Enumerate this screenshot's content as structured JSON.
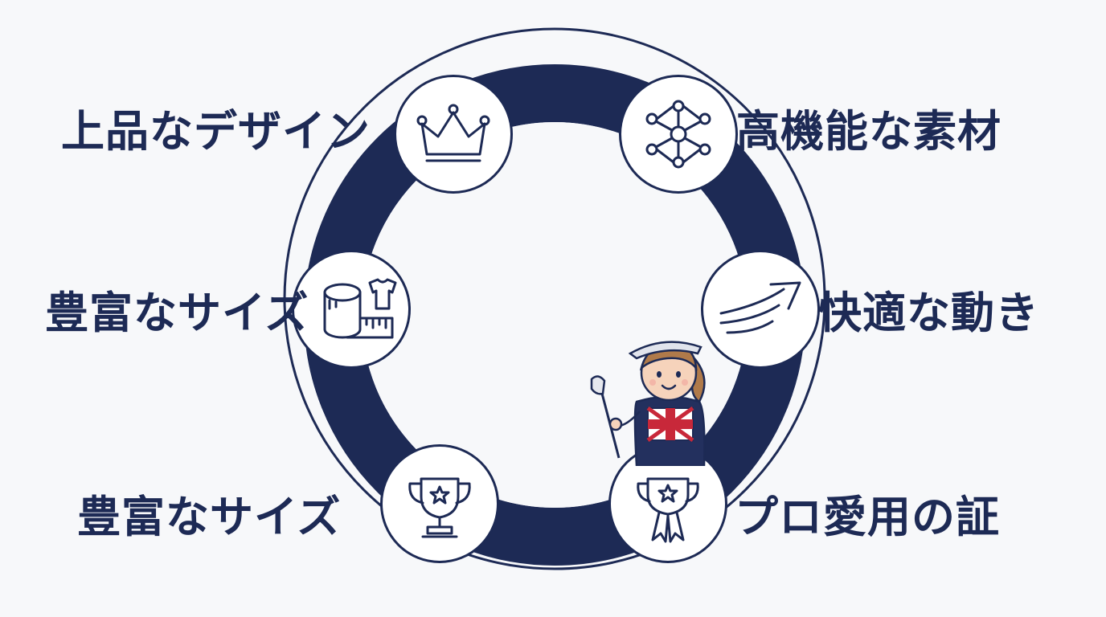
{
  "colors": {
    "navy": "#1d2a55",
    "background": "#f7f8fa",
    "node_fill": "#ffffff"
  },
  "features": [
    {
      "id": "design",
      "label": "上品なデザイン",
      "icon": "crown-icon"
    },
    {
      "id": "material",
      "label": "高機能な素材",
      "icon": "network-nodes-icon"
    },
    {
      "id": "sizes",
      "label": "豊富なサイズ",
      "icon": "tape-measure-shirt-icon"
    },
    {
      "id": "movement",
      "label": "快適な動き",
      "icon": "motion-arrow-icon"
    },
    {
      "id": "sizes-2",
      "label": "豊富なサイズ",
      "icon": "trophy-icon"
    },
    {
      "id": "pro",
      "label": "プロ愛用の証",
      "icon": "award-ribbon-icon"
    }
  ],
  "mascot": {
    "icon": "golfer-girl-icon"
  }
}
